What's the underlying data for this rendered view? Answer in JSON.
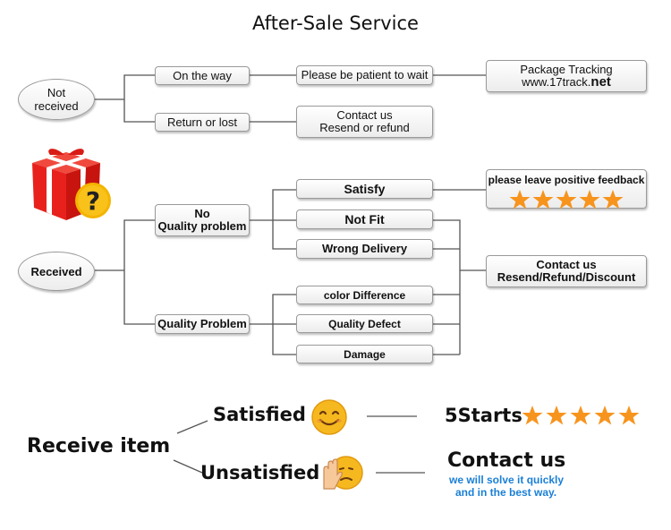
{
  "title": "After-Sale Service",
  "not_received": {
    "root": "Not\nreceived",
    "on_the_way": "On the way",
    "return_or_lost": "Return or lost",
    "wait": "Please be patient to wait",
    "tracking_line1": "Package Tracking",
    "tracking_line2_prefix": "www.17track.",
    "tracking_line2_suffix": "net",
    "contact_line1": "Contact us",
    "contact_line2": "Resend or refund"
  },
  "received": {
    "root": "Received",
    "no_quality_line1": "No",
    "no_quality_line2": "Quality problem",
    "quality_problem": "Quality Problem",
    "satisfy": "Satisfy",
    "not_fit": "Not Fit",
    "wrong_delivery": "Wrong Delivery",
    "color_difference": "color Difference",
    "quality_defect": "Quality Defect",
    "damage": "Damage",
    "feedback": "please leave positive feedback",
    "contact_line1": "Contact us",
    "contact_line2": "Resend/Refund/Discount"
  },
  "summary": {
    "receive_item": "Receive item",
    "satisfied": "Satisfied",
    "unsatisfied": "Unsatisfied",
    "five_starts": "5Starts",
    "contact_us": "Contact us",
    "solve_line1": "we will solve it quickly",
    "solve_line2": "and in the best way."
  },
  "colors": {
    "star": "#f7941d",
    "gift": "#e8211d",
    "question_badge": "#f4b400",
    "blue_text": "#1a7fd6",
    "connector": "#555555"
  }
}
